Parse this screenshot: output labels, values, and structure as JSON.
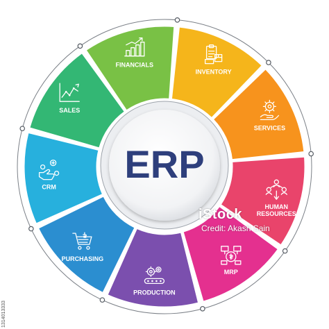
{
  "center": {
    "title": "ERP"
  },
  "segments": [
    {
      "key": "inventory",
      "label_lines": [
        "INVENTORY"
      ],
      "color": "#f5b51b",
      "icon": "inventory-clipboard-icon"
    },
    {
      "key": "services",
      "label_lines": [
        "SERVICES"
      ],
      "color": "#f7931d",
      "icon": "services-gear-hand-icon"
    },
    {
      "key": "human-resources",
      "label_lines": [
        "HUMAN",
        "RESOURCES"
      ],
      "color": "#e9446b",
      "icon": "people-network-icon"
    },
    {
      "key": "mrp",
      "label_lines": [
        "MRP"
      ],
      "color": "#e4308f",
      "icon": "mrp-coins-icon"
    },
    {
      "key": "production",
      "label_lines": [
        "PRODUCTION"
      ],
      "color": "#7b4fae",
      "icon": "conveyor-gears-icon"
    },
    {
      "key": "purchasing",
      "label_lines": [
        "PURCHASING"
      ],
      "color": "#2b8ed0",
      "icon": "shopping-cart-icon"
    },
    {
      "key": "crm",
      "label_lines": [
        "CRM"
      ],
      "color": "#27b0dd",
      "icon": "crm-handshake-icon"
    },
    {
      "key": "sales",
      "label_lines": [
        "SALES"
      ],
      "color": "#33b774",
      "icon": "sales-chart-icon"
    },
    {
      "key": "financials",
      "label_lines": [
        "FINANCIALS"
      ],
      "color": "#79c145",
      "icon": "financial-growth-icon"
    }
  ],
  "watermark": {
    "line1": "iStock",
    "line2": "Credit: Akash Sain"
  },
  "stock_id": "1314013333"
}
